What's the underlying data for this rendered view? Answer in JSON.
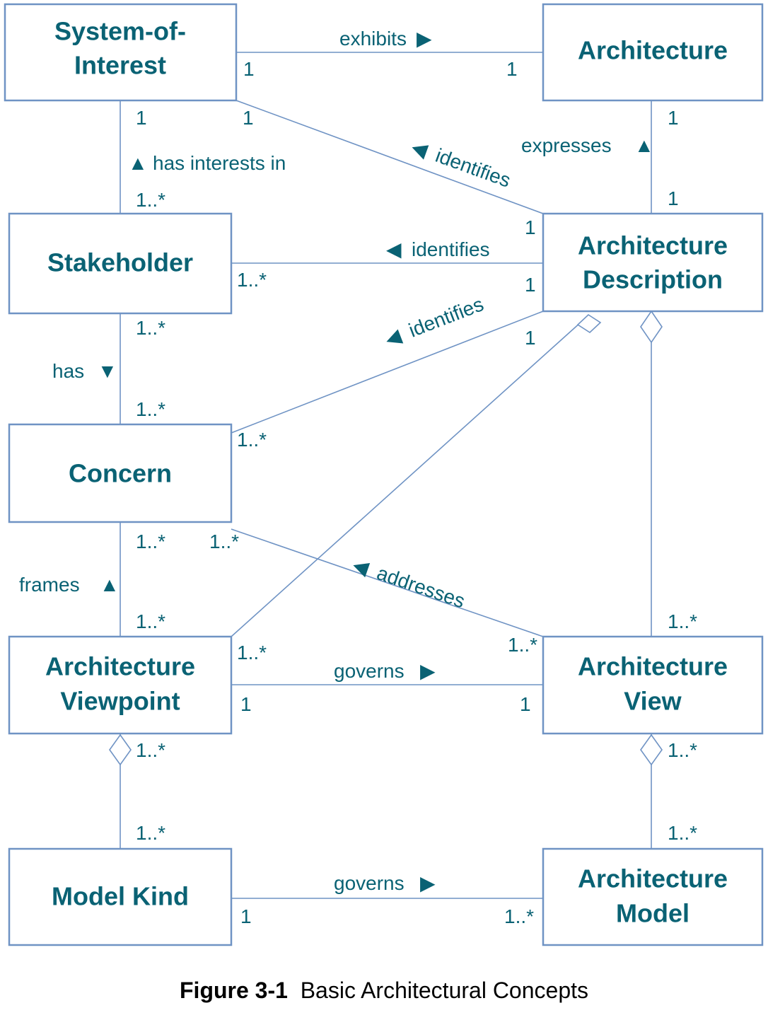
{
  "figure": {
    "number_label": "Figure 3-1",
    "title": "Basic Architectural Concepts",
    "accent_color": "#0a6274",
    "line_color": "#6f93c4",
    "box_fill": "#ffffff"
  },
  "classes": {
    "system_of_interest": {
      "line1": "System-of-",
      "line2": "Interest"
    },
    "architecture": {
      "line1": "Architecture",
      "line2": ""
    },
    "stakeholder": {
      "line1": "Stakeholder",
      "line2": ""
    },
    "architecture_description": {
      "line1": "Architecture",
      "line2": "Description"
    },
    "concern": {
      "line1": "Concern",
      "line2": ""
    },
    "architecture_viewpoint": {
      "line1": "Architecture",
      "line2": "Viewpoint"
    },
    "architecture_view": {
      "line1": "Architecture",
      "line2": "View"
    },
    "model_kind": {
      "line1": "Model Kind",
      "line2": ""
    },
    "architecture_model": {
      "line1": "Architecture",
      "line2": "Model"
    }
  },
  "relationships": {
    "exhibits": {
      "label": "exhibits",
      "direction_glyph": "▶",
      "source_mult": "1",
      "target_mult": "1"
    },
    "expresses": {
      "label": "expresses",
      "direction_glyph": "▲",
      "source_mult": "1",
      "target_mult": "1"
    },
    "has_interests_in": {
      "label": "has interests in",
      "direction_glyph": "▲",
      "source_mult": "1",
      "target_mult": "1..*"
    },
    "identifies_soi": {
      "label": "identifies",
      "direction_glyph": "◀",
      "source_mult": "1",
      "target_mult": "1"
    },
    "identifies_stakeholder": {
      "label": "identifies",
      "direction_glyph": "◀",
      "source_mult": "1..*",
      "target_mult": "1"
    },
    "identifies_concern": {
      "label": "identifies",
      "direction_glyph": "◀",
      "source_mult": "1..*",
      "target_mult": "1"
    },
    "has": {
      "label": "has",
      "direction_glyph": "▼",
      "source_mult": "1..*",
      "target_mult": "1..*"
    },
    "frames": {
      "label": "frames",
      "direction_glyph": "▲",
      "source_mult": "1..*",
      "target_mult": "1..*"
    },
    "addresses": {
      "label": "addresses",
      "direction_glyph": "◀",
      "source_mult": "1..*",
      "target_mult": "1..*"
    },
    "governs_viewpoint_view": {
      "label": "governs",
      "direction_glyph": "▶",
      "source_mult": "1",
      "target_mult": "1"
    },
    "governs_modelkind_model": {
      "label": "governs",
      "direction_glyph": "▶",
      "source_mult": "1",
      "target_mult": "1..*"
    },
    "ad_aggregates_viewpoint": {
      "label": "",
      "source_mult": "1..*",
      "target_mult": "1..*"
    },
    "ad_aggregates_view": {
      "label": "",
      "source_mult": "",
      "target_mult": "1..*"
    },
    "viewpoint_aggregates_modelkind": {
      "label": "",
      "source_mult": "1..*",
      "target_mult": "1..*"
    },
    "view_aggregates_model": {
      "label": "",
      "source_mult": "1..*",
      "target_mult": "1..*"
    }
  },
  "multiplicities": {
    "soi_exhibits": "1",
    "arch_exhibited_by": "1",
    "soi_has_interests": "1",
    "soi_identified_by": "1",
    "ad_identifies_soi": "1",
    "arch_expresses": "1",
    "ad_expressed": "1",
    "stakeholder_of_soi": "1..*",
    "stakeholder_identified": "1..*",
    "ad_identifies_stakeholder": "1",
    "stakeholder_has": "1..*",
    "concern_of_stakeholder": "1..*",
    "concern_identified": "1..*",
    "ad_identifies_concern": "1",
    "concern_framed": "1..*",
    "concern_addressed": "1..*",
    "viewpoint_frames": "1..*",
    "viewpoint_of_ad": "1..*",
    "view_addresses": "1..*",
    "view_of_ad": "1..*",
    "viewpoint_governs": "1",
    "view_governed": "1",
    "viewpoint_has_modelkind": "1..*",
    "modelkind_of_viewpoint": "1..*",
    "view_has_model": "1..*",
    "model_of_view": "1..*",
    "modelkind_governs": "1",
    "model_governed": "1..*"
  }
}
